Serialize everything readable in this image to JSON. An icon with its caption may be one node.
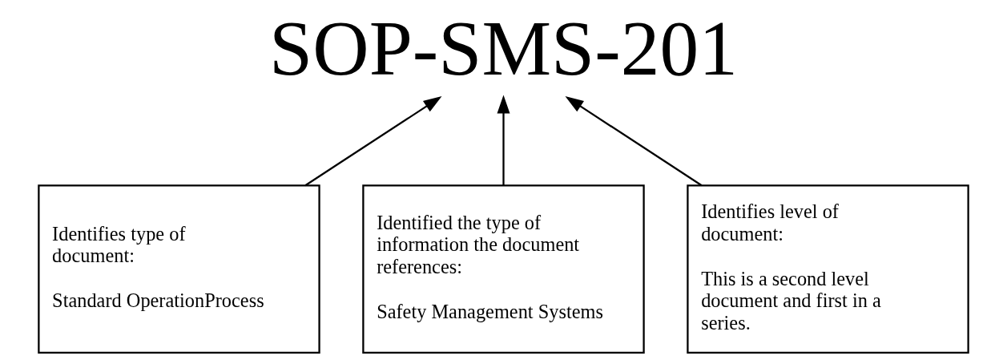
{
  "diagram": {
    "nodes": [
      {
        "text": [
          "SOP-SMS-201"
        ]
      },
      {
        "text": [
          "Identifies type of document:",
          "Standard OperationProcess"
        ]
      },
      {
        "text": [
          "Identified the type of information the document references:",
          "Safety Management Systems"
        ]
      },
      {
        "text": [
          "Identifies level of document:",
          "This is a second level document and first in a series."
        ]
      }
    ],
    "edges": [
      {
        "from": 1,
        "to": 0,
        "arrow": "to"
      },
      {
        "from": 2,
        "to": 0,
        "arrow": "to"
      },
      {
        "from": 3,
        "to": 0,
        "arrow": "to"
      }
    ]
  }
}
